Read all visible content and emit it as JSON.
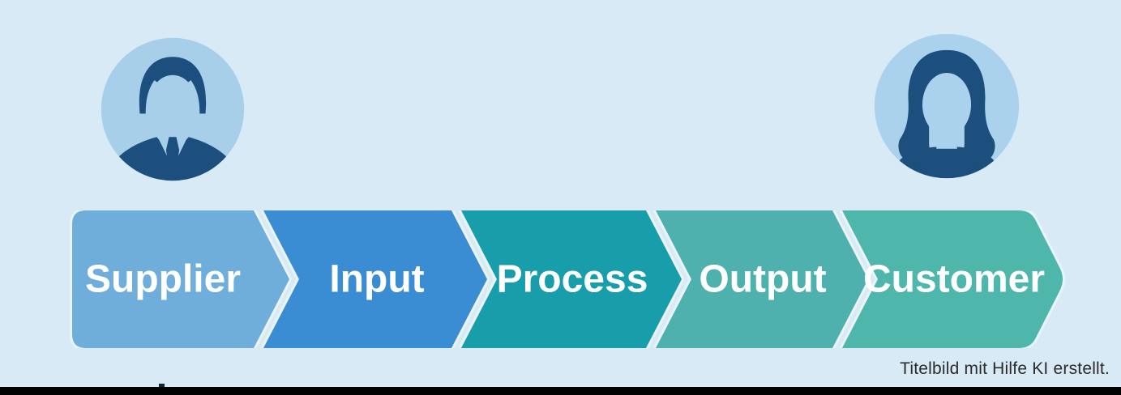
{
  "page": {
    "background_color": "#D9EAF7",
    "bottom_bar_color": "#020202"
  },
  "diagram": {
    "type": "sipoc-process-flow",
    "flow": {
      "separator_color": "#E9F4FB",
      "text_color": "#FFFFFF",
      "steps": [
        {
          "label": "Supplier",
          "color": "#6FADDB"
        },
        {
          "label": "Input",
          "color": "#3A8DD3"
        },
        {
          "label": "Process",
          "color": "#189EAA"
        },
        {
          "label": "Output",
          "color": "#4FB1AE"
        },
        {
          "label": "Customer",
          "color": "#4FB6AB"
        }
      ]
    },
    "avatars": {
      "supplier_person": {
        "icon": "businessman-avatar",
        "circle_color": "#A8CFEA",
        "figure_color": "#1C4F7D"
      },
      "customer_person": {
        "icon": "businesswoman-avatar",
        "circle_color": "#ABD2EC",
        "figure_color": "#1C4F7D"
      }
    }
  },
  "caption": {
    "text": "Titelbild mit Hilfe KI erstellt.",
    "color": "#2B2B2B"
  }
}
